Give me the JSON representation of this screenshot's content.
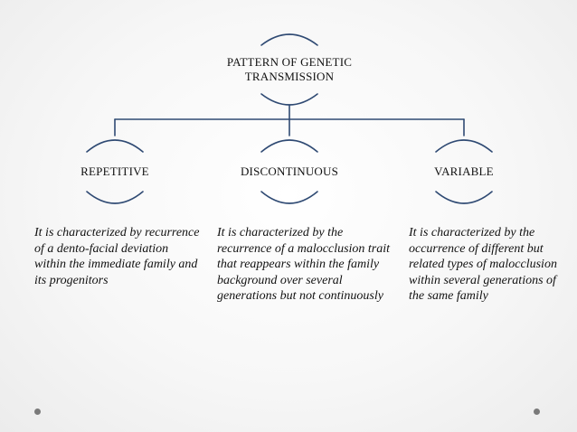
{
  "colors": {
    "connector": "#2f4a73",
    "text": "#111111",
    "dot": "#7a7a7a"
  },
  "root": {
    "label_line1": "PATTERN OF GENETIC",
    "label_line2": "TRANSMISSION"
  },
  "children": [
    {
      "label": "REPETITIVE",
      "description": "It is characterized by recurrence of a dento-facial deviation within the immediate family and its progenitors"
    },
    {
      "label": "DISCONTINUOUS",
      "description": "It is characterized by the recurrence of a malocclusion trait that reappears within the family background over several generations but not continuously"
    },
    {
      "label": "VARIABLE",
      "description": "It is characterized by the occurrence of different but related types of malocclusion within several generations of the same family"
    }
  ]
}
